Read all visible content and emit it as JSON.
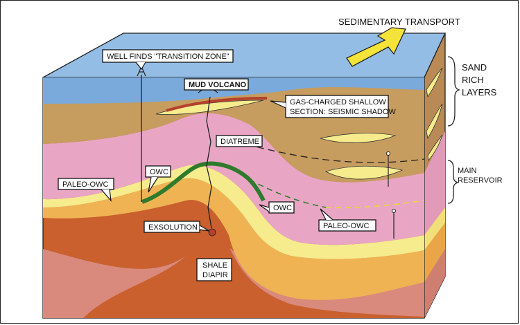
{
  "title": "SEDIMENTARY TRANSPORT",
  "side_labels": {
    "sand_rich": [
      "SAND",
      "RICH",
      "LAYERS"
    ],
    "main_reservoir": [
      "MAIN",
      "RESERVOIR"
    ]
  },
  "callouts": {
    "well": "WELL FINDS \"TRANSITION ZONE\"",
    "mud_volcano": "MUD VOLCANO",
    "gas_shallow": [
      "GAS-CHARGED SHALLOW",
      "SECTION: SEISMIC SHADOW"
    ],
    "diatreme": "DIATREME",
    "owc_left": "OWC",
    "paleo_owc_left": "PALEO-OWC",
    "owc_right": "OWC",
    "paleo_owc_right": "PALEO-OWC",
    "exsolution": "EXSOLUTION",
    "shale_diapir": [
      "SHALE",
      "DIAPIR"
    ]
  },
  "colors": {
    "sea_top": "#8fb8e0",
    "sea_front": "#7aa9db",
    "brown_layer": "#c49a5e",
    "pink_layer": "#e9a6c4",
    "yellow_sand": "#f6ec8e",
    "orange_layer": "#f1b452",
    "salmon_layer": "#d9897c",
    "shale": "#c9602e",
    "oil": "#2f7a2c",
    "gas": "#b5402c",
    "arrow": "#f4e43a"
  }
}
